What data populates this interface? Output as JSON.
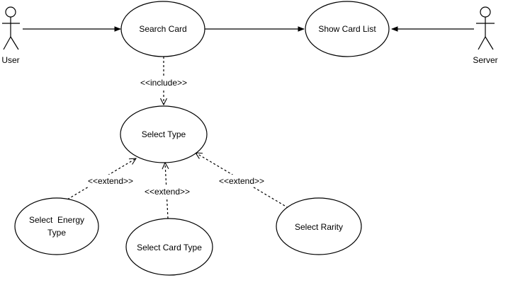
{
  "actors": {
    "user": "User",
    "server": "Server"
  },
  "use_cases": {
    "search_card": "Search Card",
    "show_card_list": "Show Card List",
    "select_type": "Select Type",
    "select_energy_type_line1": "Select  Energy",
    "select_energy_type_line2": "Type",
    "select_card_type": "Select Card Type",
    "select_rarity": "Select Rarity"
  },
  "relations": {
    "include": "<<include>>",
    "extend_energy": "<<extend>>",
    "extend_card_type": "<<extend>>",
    "extend_rarity": "<<extend>>"
  }
}
